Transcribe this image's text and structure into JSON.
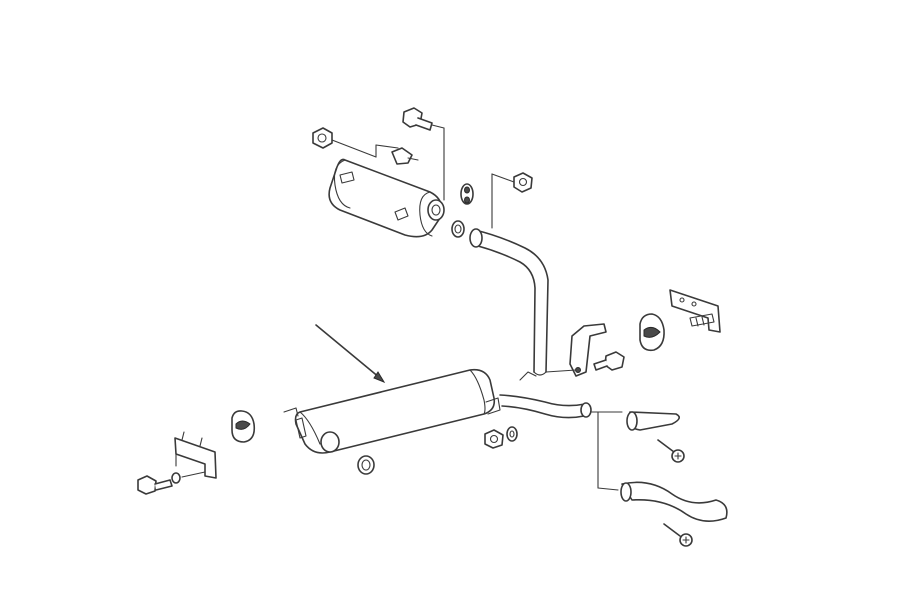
{
  "diagram": {
    "background": "#ffffff",
    "line_color": "#3a3a3a",
    "components": [
      "front-muffler",
      "intermediate-pipe",
      "rear-muffler",
      "tail-pipe",
      "rubber-hangers",
      "brackets",
      "bolts-nuts-gaskets",
      "tail-trims",
      "pointer-arrow"
    ]
  }
}
